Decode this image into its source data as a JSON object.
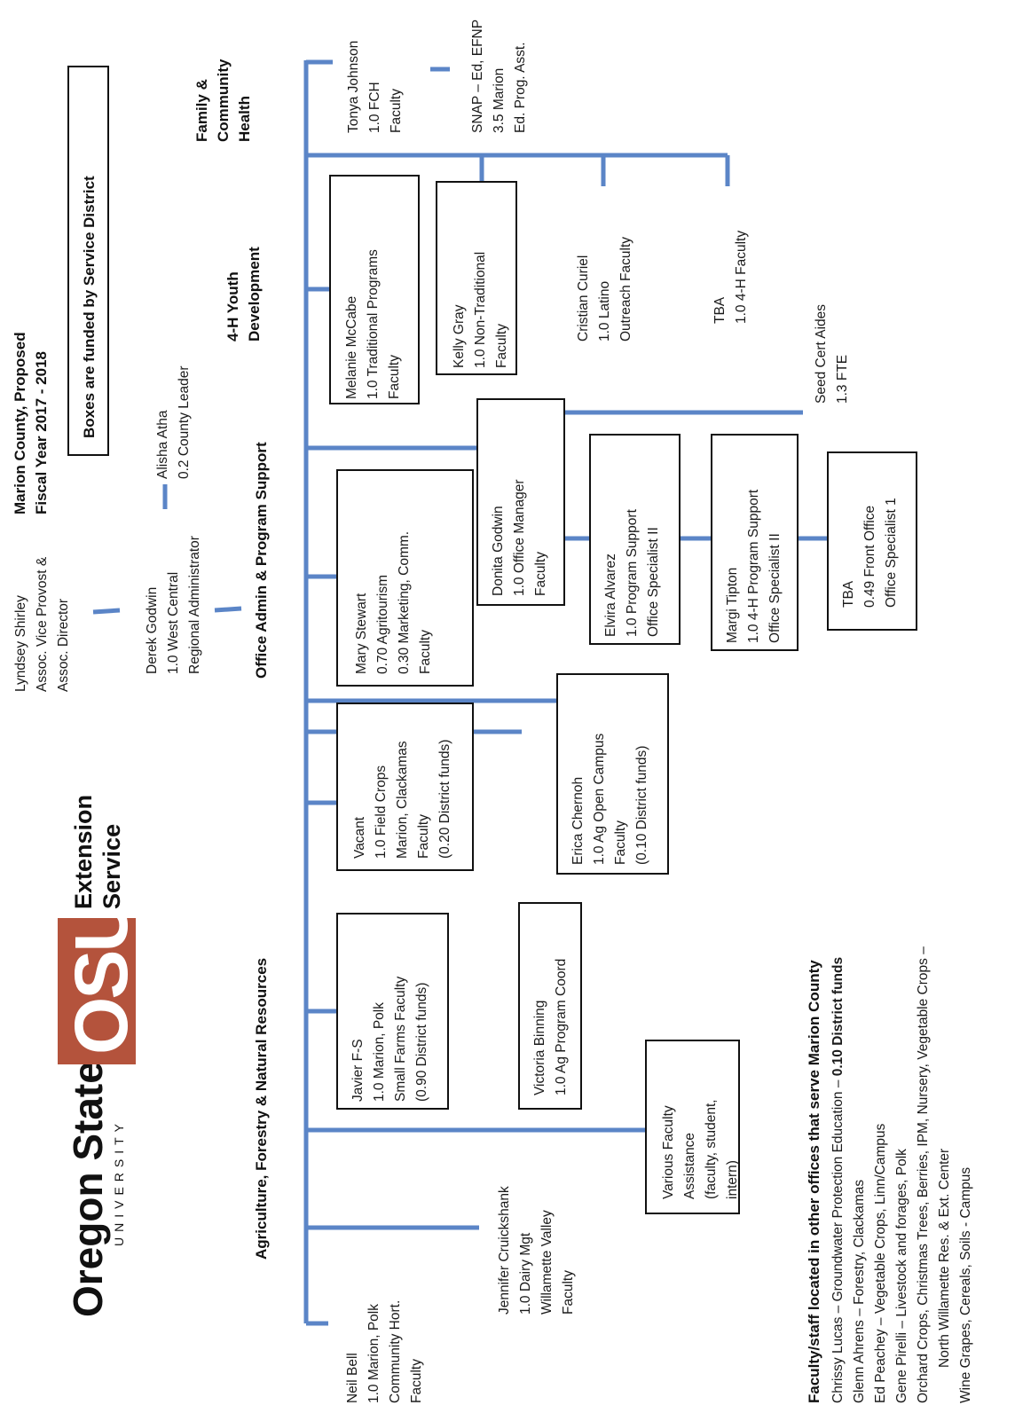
{
  "logo": {
    "university": "Oregon State",
    "university_sub": "UNIVERSITY",
    "mark": "OSU",
    "service_line1": "Extension",
    "service_line2": "Service"
  },
  "header": {
    "title_line1": "Marion County, Proposed",
    "title_line2": "Fiscal Year 2017 - 2018",
    "funding_note": "Boxes are funded by Service District"
  },
  "leadership": {
    "lyndsey": [
      "Lyndsey Shirley",
      "Assoc. Vice Provost &",
      "Assoc. Director"
    ],
    "derek": [
      "Derek Godwin",
      "1.0 West Central",
      "Regional Administrator"
    ],
    "alisha": [
      "Alisha Atha",
      "0.2 County Leader"
    ]
  },
  "programs": {
    "agriculture": "Agriculture, Forestry & Natural Resources",
    "office": "Office Admin & Program Support",
    "youth_line1": "4-H Youth",
    "youth_line2": "Development",
    "fch_line1": "Family &",
    "fch_line2": "Community",
    "fch_line3": "Health"
  },
  "staff": {
    "neil": [
      "Neil Bell",
      "1.0  Marion, Polk",
      "Community Hort.",
      "Faculty"
    ],
    "jennifer": [
      "Jennifer Cruickshank",
      "1.0 Dairy Mgt",
      "Willamette Valley",
      "Faculty"
    ],
    "various": [
      "Various Faculty",
      "Assistance",
      "(faculty, student,",
      "intern)"
    ],
    "javier": [
      "Javier F-S",
      "1.0 Marion, Polk",
      "Small Farms Faculty",
      "(0.90 District funds)"
    ],
    "victoria": [
      "Victoria Binning",
      "1.0 Ag Program Coord"
    ],
    "vacant": [
      "Vacant",
      "1.0 Field Crops",
      "Marion, Clackamas",
      "Faculty",
      "(0.20 District funds)"
    ],
    "erica": [
      "Erica Chernoh",
      "1.0 Ag Open Campus",
      "Faculty",
      "(0.10 District funds)"
    ],
    "mary": [
      "Mary Stewart",
      "0.70 Agritourism",
      "0.30 Marketing, Comm.",
      "Faculty"
    ],
    "donita": [
      "Donita Godwin",
      "1.0 Office Manager",
      "Faculty"
    ],
    "elvira": [
      "Elvira Alvarez",
      "1.0 Program Support",
      "Office Specialist II"
    ],
    "margi": [
      "Margi Tipton",
      "1.0 4-H Program Support",
      "Office Specialist II"
    ],
    "tba_front": [
      "TBA",
      "0.49 Front Office",
      "Office Specialist 1"
    ],
    "seed": [
      "Seed Cert Aides",
      "1.3 FTE"
    ],
    "melanie": [
      "Melanie McCabe",
      "1.0 Traditional Programs",
      "Faculty"
    ],
    "kelly": [
      "Kelly Gray",
      "1.0 Non-Traditional",
      "Faculty"
    ],
    "cristian": [
      "Cristian Curiel",
      "1.0 Latino",
      "Outreach Faculty"
    ],
    "tba_4h": [
      "TBA",
      "1.0 4-H Faculty"
    ],
    "tonya": [
      "Tonya Johnson",
      "1.0 FCH",
      "Faculty"
    ],
    "snap": [
      "SNAP – Ed, EFNP",
      "3.5 Marion",
      "Ed. Prog. Asst."
    ]
  },
  "footer": {
    "heading": "Faculty/staff located in other offices that serve Marion County",
    "lines": [
      "Chrissy Lucas – Groundwater Protection Education – ",
      "Glenn Ahrens  – Forestry, Clackamas",
      "Ed Peachey  – Vegetable Crops, Linn/Campus",
      "Gene Pirelli – Livestock and forages, Polk",
      "Orchard Crops, Christmas Trees, Berries, IPM, Nursery, Vegetable Crops –",
      "North Willamette Res. & Ext. Center",
      "Wine Grapes, Cereals, Soils - Campus"
    ],
    "district_note": "0.10 District funds"
  },
  "colors": {
    "connector": "#5b85c7",
    "brand": "#b4533c"
  }
}
